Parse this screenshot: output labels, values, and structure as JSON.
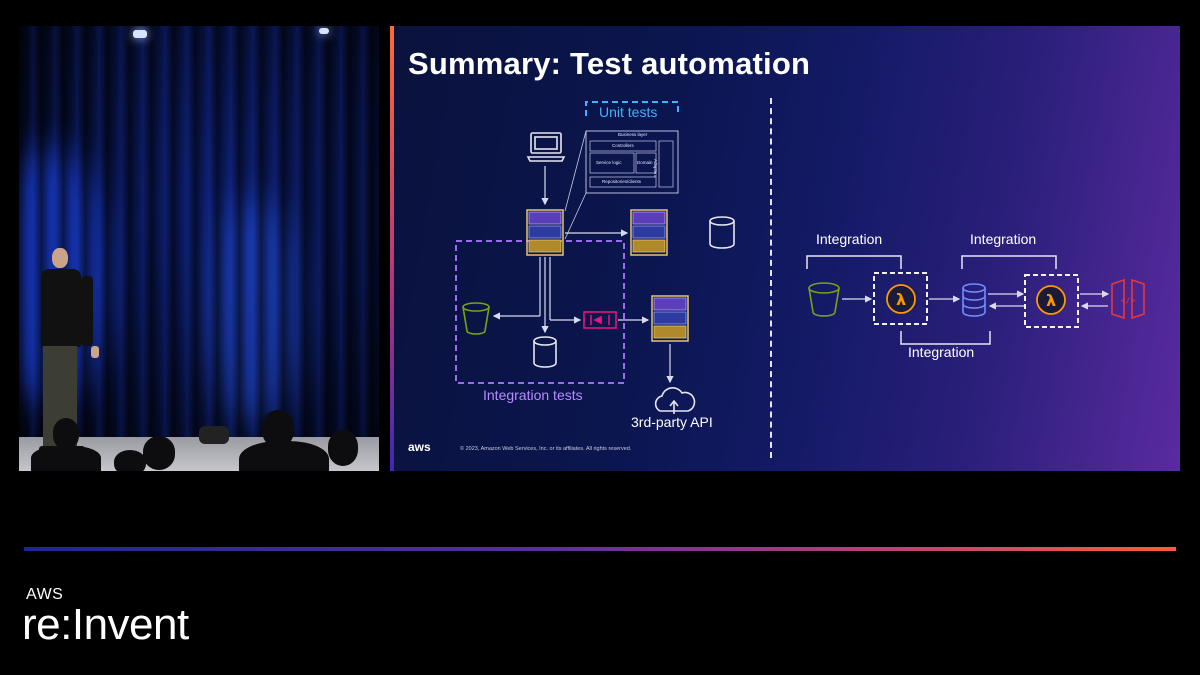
{
  "slide": {
    "title": "Summary: Test automation",
    "unit_tests_label": "Unit tests",
    "integration_tests_label": "Integration tests",
    "third_party_label": "3rd-party API",
    "architecture_layers": [
      "Business layer",
      "Controllers",
      "Service logic",
      "Domain",
      "Repositories/clients",
      "Adapters"
    ],
    "right": {
      "integration_top_left": "Integration",
      "integration_top_right": "Integration",
      "integration_bottom": "Integration"
    },
    "footer_logo": "aws",
    "copyright": "© 2023, Amazon Web Services, Inc. or its affiliates. All rights reserved."
  },
  "brand": {
    "aws": "AWS",
    "reinvent": "re:Invent"
  },
  "icons": [
    "laptop-icon",
    "database-icon",
    "s3-bucket-icon",
    "event-bridge-icon",
    "lambda-icon",
    "dynamodb-icon",
    "api-gateway-icon",
    "cloud-upload-icon"
  ],
  "colors": {
    "accent_orange": "#ff9900",
    "unit_tests": "#3fb2ff",
    "integration_tests": "#9b6cf0",
    "s3_green": "#7aa116",
    "event_pink": "#e7157b",
    "api_red": "#e5383b",
    "dynamodb_blue": "#4a6cf7"
  }
}
